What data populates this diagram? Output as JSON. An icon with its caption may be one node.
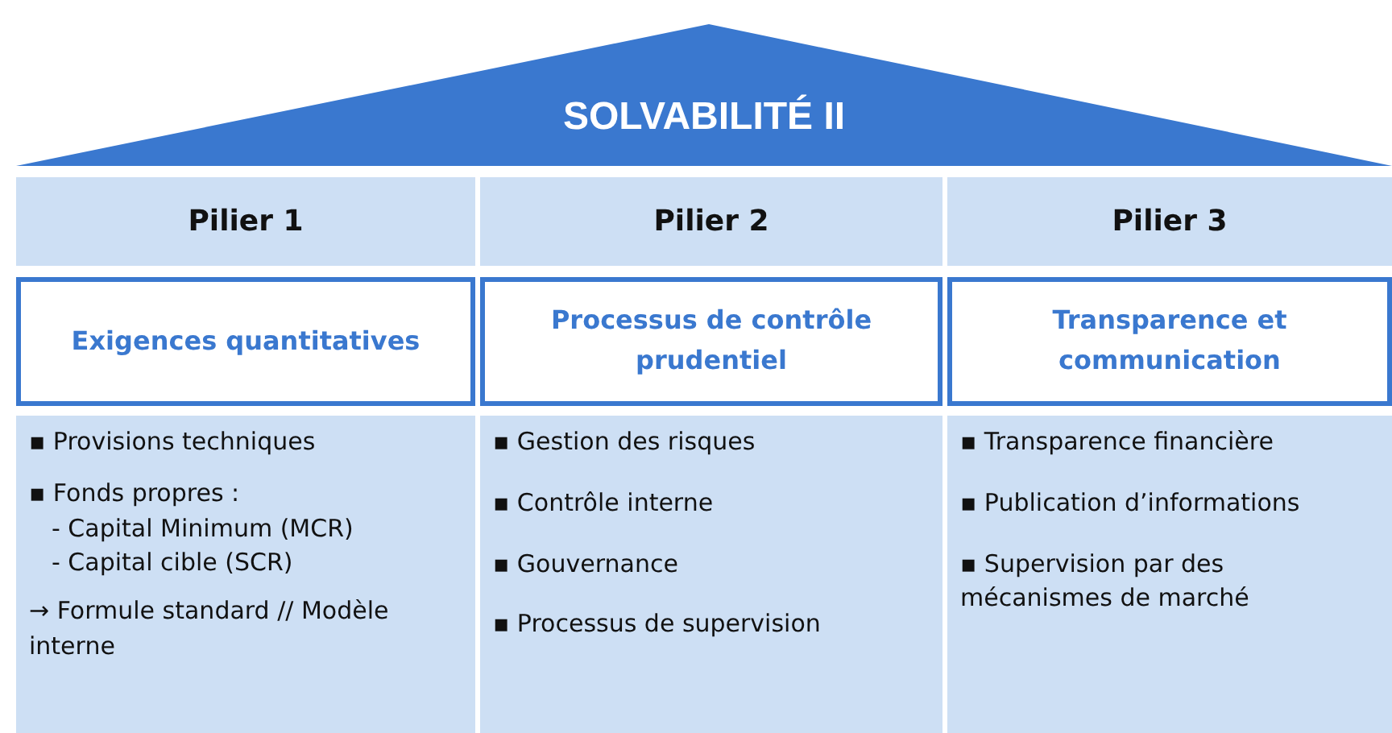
{
  "diagram": {
    "nodes": [
      {
        "text": [
          "SOLVABILITÉ II"
        ]
      },
      {
        "text": [
          "Pilier 1"
        ]
      },
      {
        "text": [
          "Pilier 2"
        ]
      },
      {
        "text": [
          "Pilier 3"
        ]
      },
      {
        "text": [
          "Exigences quantitatives"
        ]
      },
      {
        "text": [
          "Processus de contrôle prudentiel"
        ]
      },
      {
        "text": [
          "Transparence et communication"
        ]
      },
      {
        "text": [
          "▪ Provisions techniques",
          "▪ Fonds propres :",
          "- Capital Minimum (MCR)",
          "- Capital cible (SCR)",
          "→ Formule standard // Modèle interne"
        ]
      },
      {
        "text": [
          "▪ Gestion des risques",
          "▪ Contrôle interne",
          "▪ Gouvernance",
          "▪ Processus de supervision"
        ]
      },
      {
        "text": [
          "▪ Transparence financière",
          "▪ Publication d’informations",
          "▪ Supervision par des mécanismes de marché"
        ]
      }
    ],
    "edges": []
  }
}
